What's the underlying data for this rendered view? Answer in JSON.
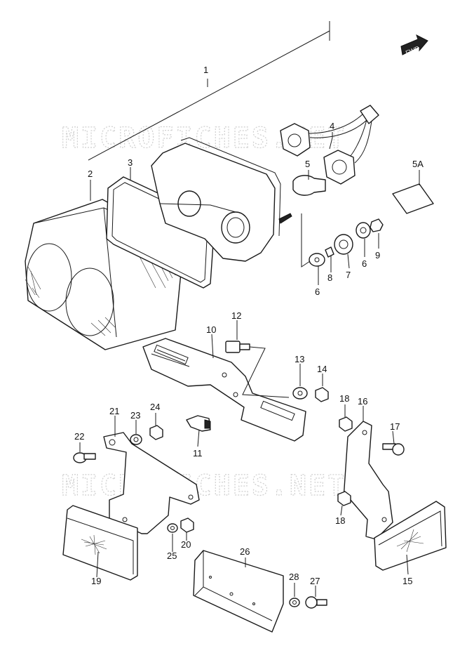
{
  "watermark": {
    "text": "MICROFICHES.NET"
  },
  "fwd_badge": {
    "text": "FWD"
  },
  "callouts": [
    {
      "id": "1",
      "text": "1"
    },
    {
      "id": "2",
      "text": "2"
    },
    {
      "id": "3",
      "text": "3"
    },
    {
      "id": "4",
      "text": "4"
    },
    {
      "id": "5",
      "text": "5"
    },
    {
      "id": "5A",
      "text": "5A"
    },
    {
      "id": "6a",
      "text": "6"
    },
    {
      "id": "6b",
      "text": "6"
    },
    {
      "id": "7",
      "text": "7"
    },
    {
      "id": "8",
      "text": "8"
    },
    {
      "id": "9",
      "text": "9"
    },
    {
      "id": "10",
      "text": "10"
    },
    {
      "id": "11",
      "text": "11"
    },
    {
      "id": "12",
      "text": "12"
    },
    {
      "id": "13",
      "text": "13"
    },
    {
      "id": "14",
      "text": "14"
    },
    {
      "id": "15",
      "text": "15"
    },
    {
      "id": "16",
      "text": "16"
    },
    {
      "id": "17",
      "text": "17"
    },
    {
      "id": "18a",
      "text": "18"
    },
    {
      "id": "18b",
      "text": "18"
    },
    {
      "id": "19",
      "text": "19"
    },
    {
      "id": "20",
      "text": "20"
    },
    {
      "id": "21",
      "text": "21"
    },
    {
      "id": "22",
      "text": "22"
    },
    {
      "id": "23",
      "text": "23"
    },
    {
      "id": "24",
      "text": "24"
    },
    {
      "id": "25",
      "text": "25"
    },
    {
      "id": "26",
      "text": "26"
    },
    {
      "id": "27",
      "text": "27"
    },
    {
      "id": "28",
      "text": "28"
    }
  ]
}
